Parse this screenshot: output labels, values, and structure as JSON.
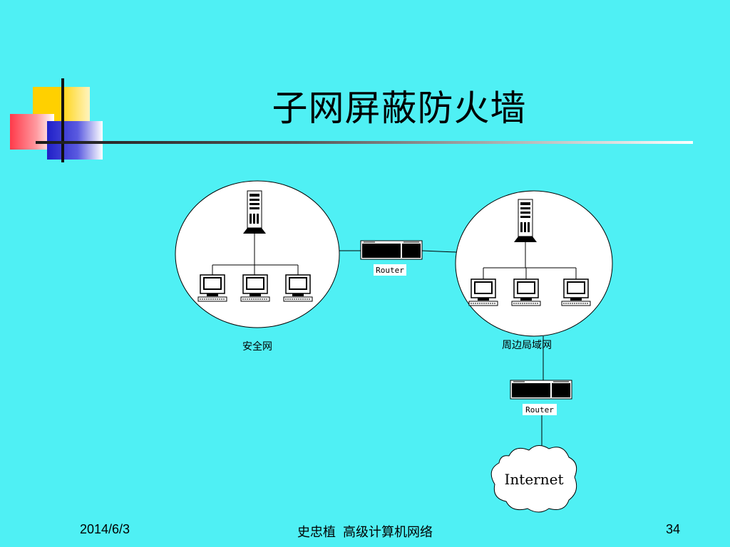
{
  "title": "子网屏蔽防火墙",
  "diagram": {
    "secure_network_label": "安全网",
    "perimeter_network_label": "周边局域网",
    "router1_label": "Router",
    "router2_label": "Router",
    "internet_label": "Internet"
  },
  "footer": {
    "date": "2014/6/3",
    "center": "史忠植  高级计算机网络",
    "page": "34"
  },
  "colors": {
    "background": "#4ff0f4",
    "deco_yellow": "#ffd000",
    "deco_red": "#ff3a4a",
    "deco_blue": "#2a2ad0"
  }
}
